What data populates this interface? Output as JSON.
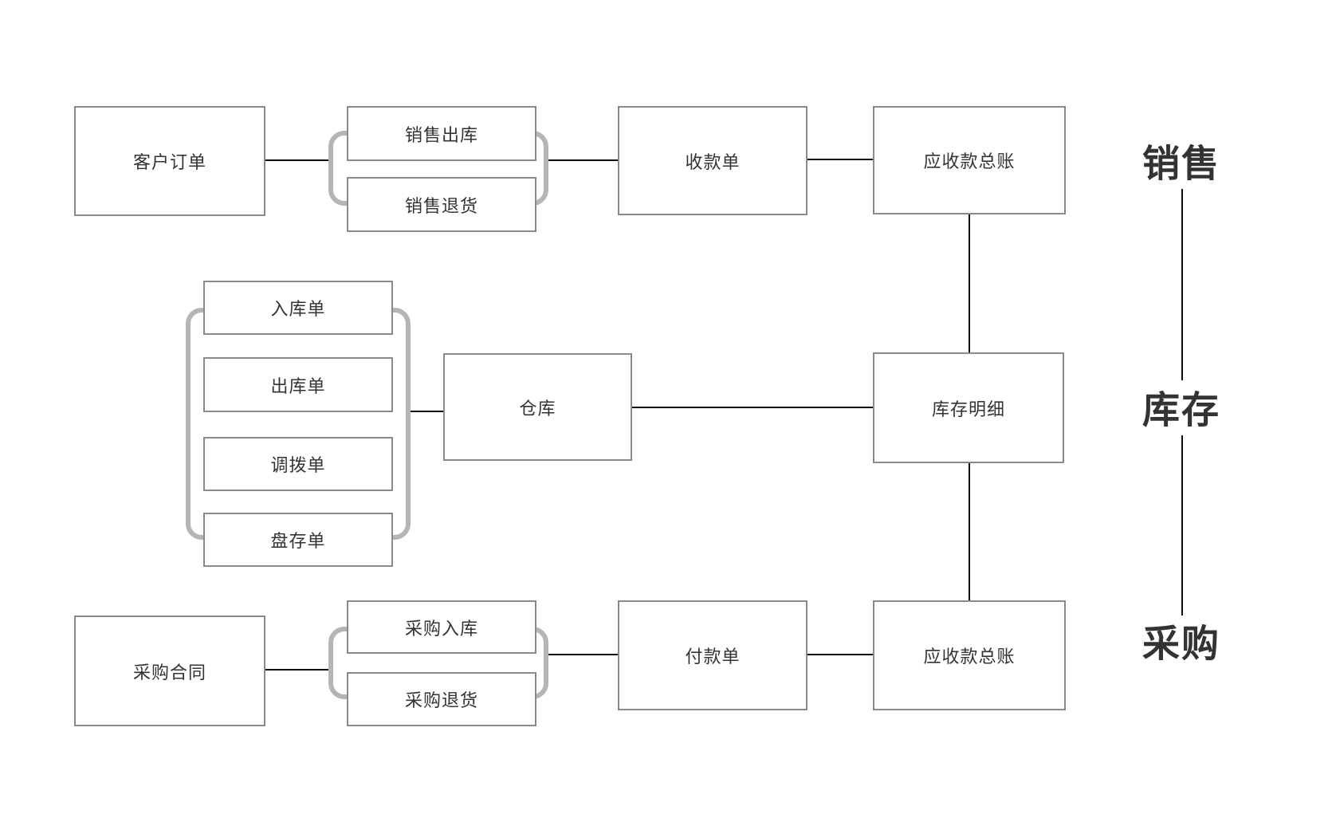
{
  "diagram": {
    "section_labels": {
      "sales": "销售",
      "inventory": "库存",
      "purchase": "采购"
    },
    "nodes": {
      "customer_order": "客户订单",
      "sales_outbound": "销售出库",
      "sales_return": "销售退货",
      "receipt_note": "收款单",
      "receivable_ledger_top": "应收款总账",
      "inbound_note": "入库单",
      "outbound_note": "出库单",
      "transfer_note": "调拨单",
      "stocktake_note": "盘存单",
      "warehouse": "仓库",
      "inventory_detail": "库存明细",
      "purchase_contract": "采购合同",
      "purchase_inbound": "采购入库",
      "purchase_return": "采购退货",
      "payment_note": "付款单",
      "receivable_ledger_bottom": "应收款总账"
    },
    "groups": [
      {
        "name": "sales-documents",
        "members": [
          "销售出库",
          "销售退货"
        ]
      },
      {
        "name": "warehouse-documents",
        "members": [
          "入库单",
          "出库单",
          "调拨单",
          "盘存单"
        ]
      },
      {
        "name": "purchase-documents",
        "members": [
          "采购入库",
          "采购退货"
        ]
      }
    ],
    "edges": [
      {
        "from": "客户订单",
        "to": "sales-documents"
      },
      {
        "from": "sales-documents",
        "to": "收款单"
      },
      {
        "from": "收款单",
        "to": "应收款总账(上)"
      },
      {
        "from": "应收款总账(上)",
        "to": "库存明细"
      },
      {
        "from": "warehouse-documents",
        "to": "仓库"
      },
      {
        "from": "仓库",
        "to": "库存明细"
      },
      {
        "from": "库存明细",
        "to": "应收款总账(下)"
      },
      {
        "from": "采购合同",
        "to": "purchase-documents"
      },
      {
        "from": "purchase-documents",
        "to": "付款单"
      },
      {
        "from": "付款单",
        "to": "应收款总账(下)"
      },
      {
        "from": "销售",
        "to": "库存"
      },
      {
        "from": "库存",
        "to": "采购"
      }
    ],
    "colors": {
      "background": "#ffffff",
      "box_border": "#8a8a8a",
      "bracket": "#b5b5b5",
      "connector": "#0a0a0a",
      "text": "#333333"
    }
  }
}
